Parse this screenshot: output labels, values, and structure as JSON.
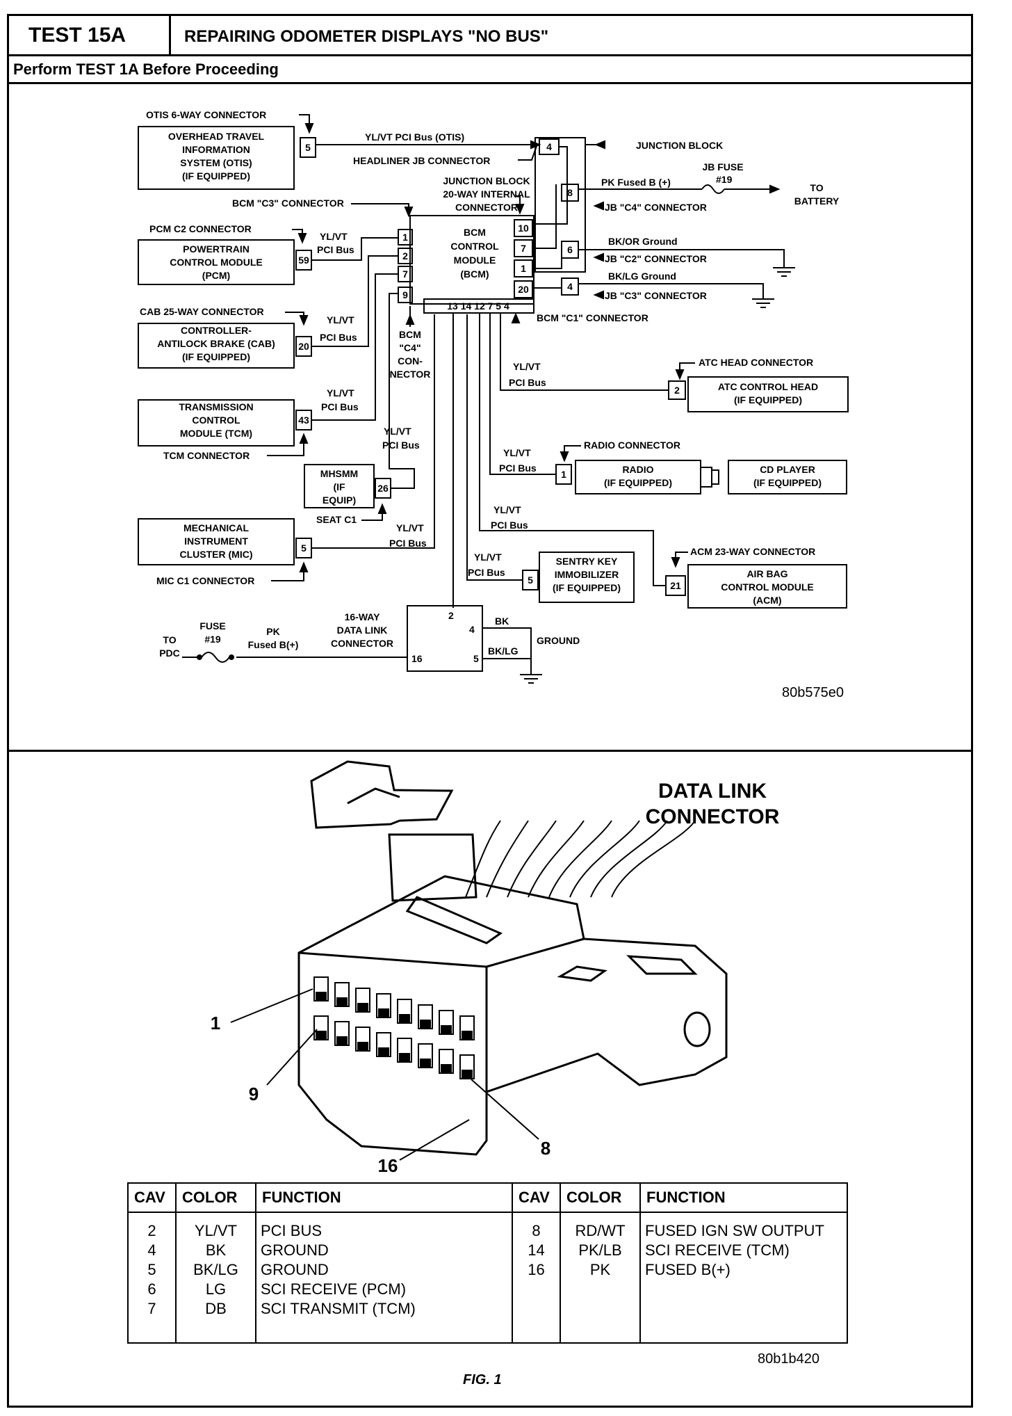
{
  "header": {
    "test_id": "TEST 15A",
    "title": "REPAIRING ODOMETER DISPLAYS \"NO BUS\"",
    "subtitle": "Perform TEST 1A Before Proceeding"
  },
  "schematic": {
    "code": "80b575e0",
    "modules": {
      "otis": [
        "OVERHEAD TRAVEL",
        "INFORMATION",
        "SYSTEM (OTIS)",
        "(IF EQUIPPED)"
      ],
      "pcm": [
        "POWERTRAIN",
        "CONTROL MODULE",
        "(PCM)"
      ],
      "cab": [
        "CONTROLLER-",
        "ANTILOCK BRAKE (CAB)",
        "(IF EQUIPPED)"
      ],
      "tcm": [
        "TRANSMISSION",
        "CONTROL",
        "MODULE (TCM)"
      ],
      "mhsmm": [
        "MHSMM",
        "(IF",
        "EQUIP)"
      ],
      "mic": [
        "MECHANICAL",
        "INSTRUMENT",
        "CLUSTER (MIC)"
      ],
      "bcm": [
        "BCM",
        "CONTROL",
        "MODULE",
        "(BCM)"
      ],
      "atc": [
        "ATC CONTROL HEAD",
        "(IF EQUIPPED)"
      ],
      "radio": [
        "RADIO",
        "(IF EQUIPPED)"
      ],
      "cd": [
        "CD PLAYER",
        "(IF EQUIPPED)"
      ],
      "ski": [
        "SENTRY KEY",
        "IMMOBILIZER",
        "(IF EQUIPPED)"
      ],
      "acm": [
        "AIR BAG",
        "CONTROL MODULE",
        "(ACM)"
      ]
    },
    "labels": {
      "otis_conn": "OTIS 6-WAY CONNECTOR",
      "otis_bus": "YL/VT PCI Bus (OTIS)",
      "headliner": "HEADLINER JB CONNECTOR",
      "junction_block": "JUNCTION BLOCK",
      "jb_fuse": "JB FUSE",
      "jb_fuse_num": "#19",
      "pk_fused": "PK Fused B (+)",
      "to_battery": [
        "TO",
        "BATTERY"
      ],
      "jb_int": [
        "JUNCTION BLOCK",
        "20-WAY INTERNAL",
        "CONNECTOR"
      ],
      "jb_c4": "JB \"C4\" CONNECTOR",
      "bcm_c3": "BCM \"C3\" CONNECTOR",
      "bkor": "BK/OR Ground",
      "jb_c2": "JB \"C2\" CONNECTOR",
      "bklg": "BK/LG Ground",
      "jb_c3": "JB \"C3\" CONNECTOR",
      "pcm_c2": "PCM C2 CONNECTOR",
      "yl_vt": "YL/VT",
      "pci_bus": "PCI Bus",
      "cab_conn": "CAB 25-WAY CONNECTOR",
      "bcm_c1": "BCM \"C1\" CONNECTOR",
      "bcm_c4": [
        "BCM",
        "\"C4\"",
        "CON-",
        "NECTOR"
      ],
      "atc_conn": "ATC HEAD CONNECTOR",
      "tcm_conn": "TCM CONNECTOR",
      "radio_conn": "RADIO CONNECTOR",
      "seat_c1": "SEAT C1",
      "acm_conn": "ACM 23-WAY CONNECTOR",
      "mic_conn": "MIC C1 CONNECTOR",
      "dlc": [
        "16-WAY",
        "DATA LINK",
        "CONNECTOR"
      ],
      "bk": "BK",
      "bklg_short": "BK/LG",
      "ground": "GROUND",
      "to_pdc": [
        "TO",
        "PDC"
      ],
      "fuse": [
        "FUSE",
        "#19"
      ],
      "pk": [
        "PK",
        "Fused B(+)"
      ],
      "bcm_pins": "13 14 12 7 5 4"
    },
    "pins": {
      "otis": "5",
      "jb_head": "4",
      "jb_8": "8",
      "bcm_10": "10",
      "bcm_7": "7",
      "bcm_1": "1",
      "bcm_20": "20",
      "jb_c2": "6",
      "jb_c3": "4",
      "bcm_c3_1": "1",
      "bcm_c3_2": "2",
      "bcm_c3_7": "7",
      "bcm_c4_9": "9",
      "pcm": "59",
      "cab": "20",
      "tcm": "43",
      "mhsmm": "26",
      "mic": "5",
      "atc": "2",
      "radio": "1",
      "ski": "5",
      "acm": "21",
      "dlc_2": "2",
      "dlc_4": "4",
      "dlc_16": "16",
      "dlc_5": "5"
    }
  },
  "connector": {
    "title": [
      "DATA LINK",
      "CONNECTOR"
    ],
    "callouts": [
      "1",
      "9",
      "16",
      "8"
    ],
    "code": "80b1b420",
    "fig": "FIG. 1"
  },
  "table": {
    "headers": [
      "CAV",
      "COLOR",
      "FUNCTION",
      "CAV",
      "COLOR",
      "FUNCTION"
    ],
    "left": [
      {
        "cav": "2",
        "color": "YL/VT",
        "function": "PCI BUS"
      },
      {
        "cav": "4",
        "color": "BK",
        "function": "GROUND"
      },
      {
        "cav": "5",
        "color": "BK/LG",
        "function": "GROUND"
      },
      {
        "cav": "6",
        "color": "LG",
        "function": "SCI RECEIVE (PCM)"
      },
      {
        "cav": "7",
        "color": "DB",
        "function": "SCI TRANSMIT (TCM)"
      }
    ],
    "right": [
      {
        "cav": "8",
        "color": "RD/WT",
        "function": "FUSED IGN SW OUTPUT"
      },
      {
        "cav": "14",
        "color": "PK/LB",
        "function": "SCI RECEIVE (TCM)"
      },
      {
        "cav": "16",
        "color": "PK",
        "function": "FUSED B(+)"
      }
    ]
  }
}
